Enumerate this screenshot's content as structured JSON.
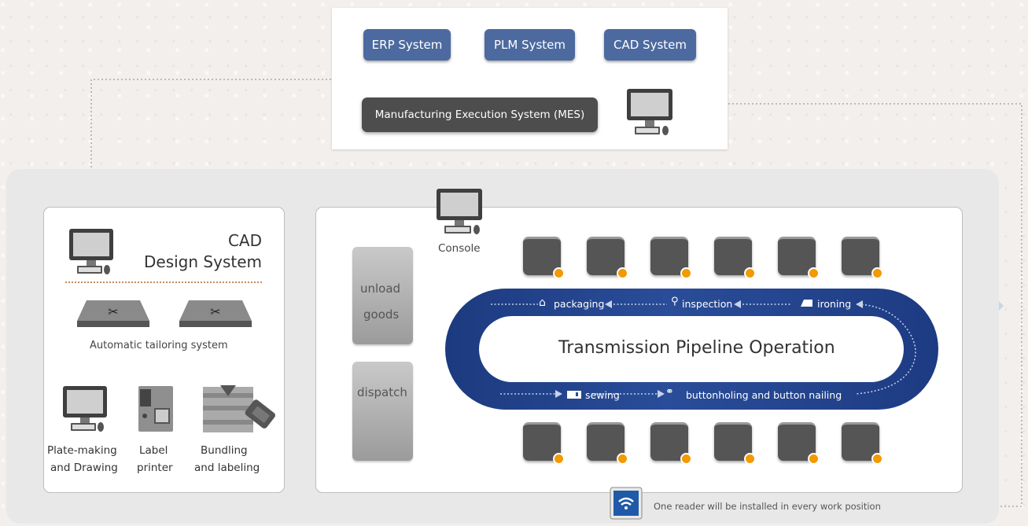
{
  "systems": {
    "erp": "ERP System",
    "plm": "PLM System",
    "cad": "CAD System",
    "mes": "Manufacturing Execution System (MES)"
  },
  "cad_card": {
    "title_line1": "CAD",
    "title_line2": "Design System",
    "tailoring_label": "Automatic tailoring system",
    "plate_line1": "Plate-making",
    "plate_line2": "and Drawing",
    "label_line1": "Label",
    "label_line2": "printer",
    "bundle_line1": "Bundling",
    "bundle_line2": "and labeling"
  },
  "pipeline": {
    "console": "Console",
    "unload_line1": "unload",
    "unload_line2": "goods",
    "dispatch": "dispatch",
    "center_title": "Transmission Pipeline Operation",
    "packaging": "packaging",
    "inspection": "inspection",
    "ironing": "ironing",
    "sewing": "sewing",
    "buttonholing": "buttonholing and button nailing"
  },
  "reader_note": "One reader will be installed in every work position",
  "colors": {
    "system_button": "#4c6a9f",
    "mes_button": "#4d4d4d",
    "track": "#2a4d99",
    "reader_dot": "#f29a00"
  },
  "icons": [
    "computer-icon",
    "cutting-table-icon",
    "label-printer-icon",
    "bundle-tag-icon",
    "rfid-reader-icon",
    "hanger-icon",
    "magnifier-icon",
    "iron-icon",
    "sewing-machine-icon",
    "button-needle-icon"
  ]
}
